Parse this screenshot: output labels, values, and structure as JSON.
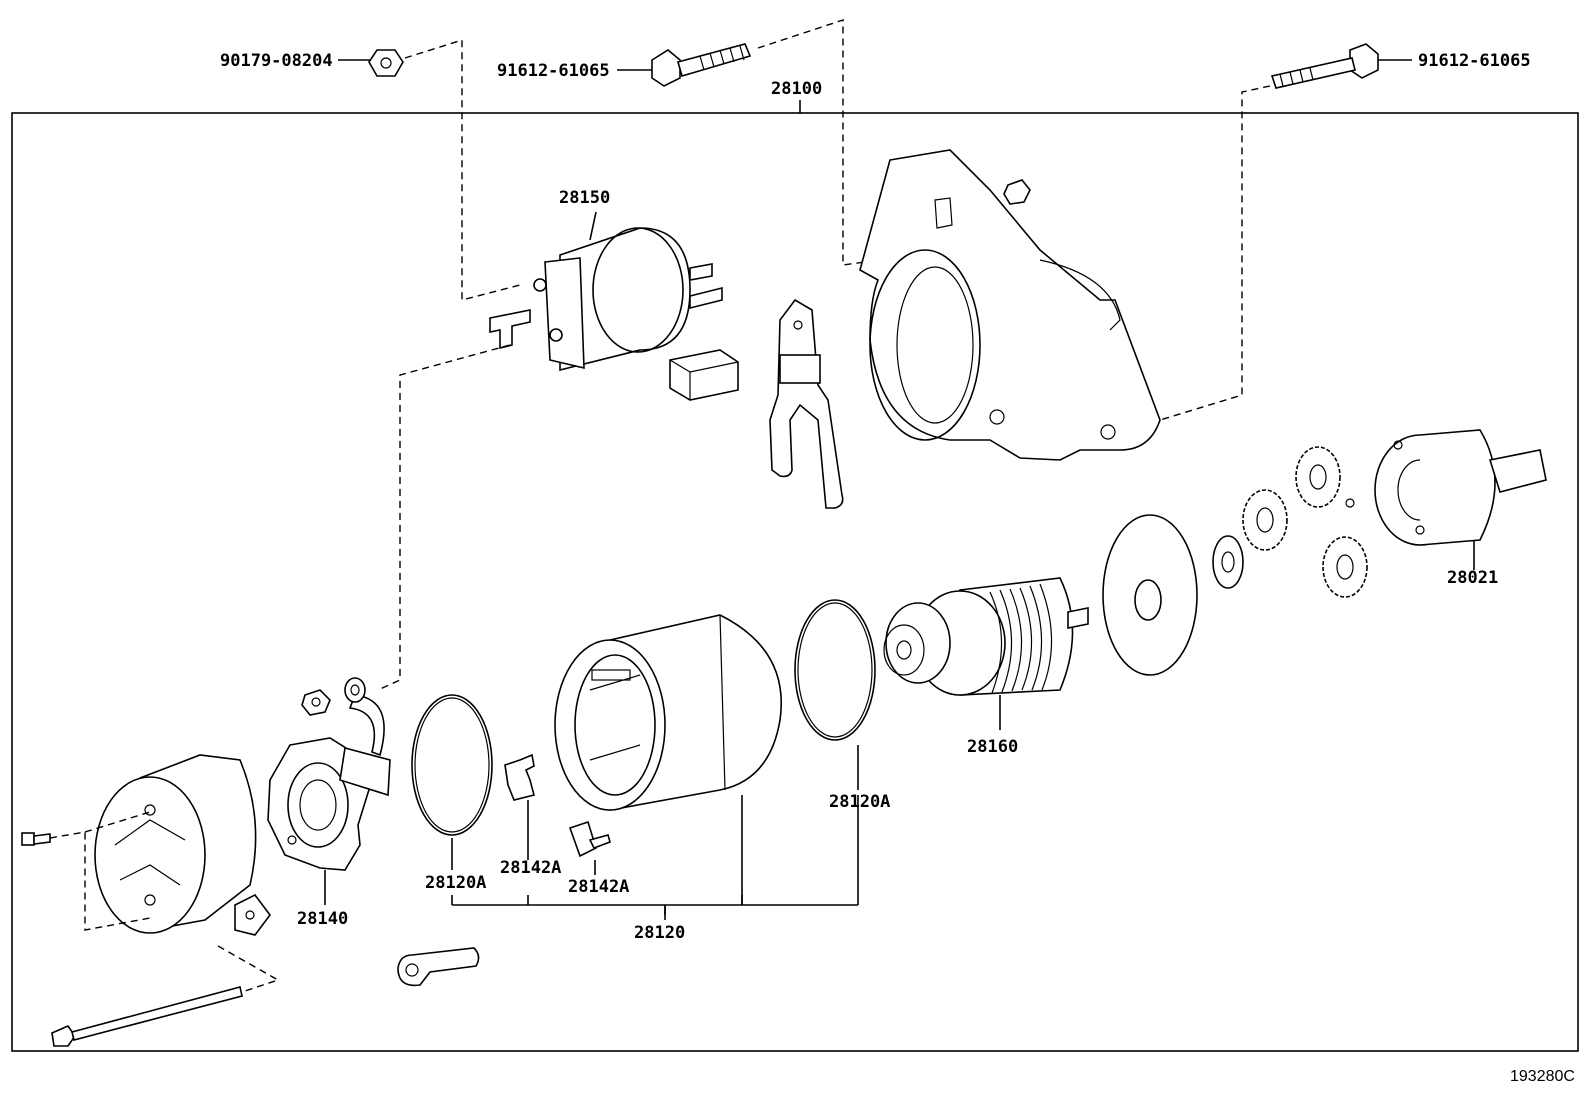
{
  "figure_id": "193280C",
  "callouts": {
    "p90179_08204": "90179-08204",
    "p91612_61065_left": "91612-61065",
    "p91612_61065_right": "91612-61065",
    "p28100": "28100",
    "p28150": "28150",
    "p28021": "28021",
    "p28160": "28160",
    "p28120A_right": "28120A",
    "p28120A_left": "28120A",
    "p28142A_a": "28142A",
    "p28142A_b": "28142A",
    "p28140": "28140",
    "p28120": "28120"
  }
}
